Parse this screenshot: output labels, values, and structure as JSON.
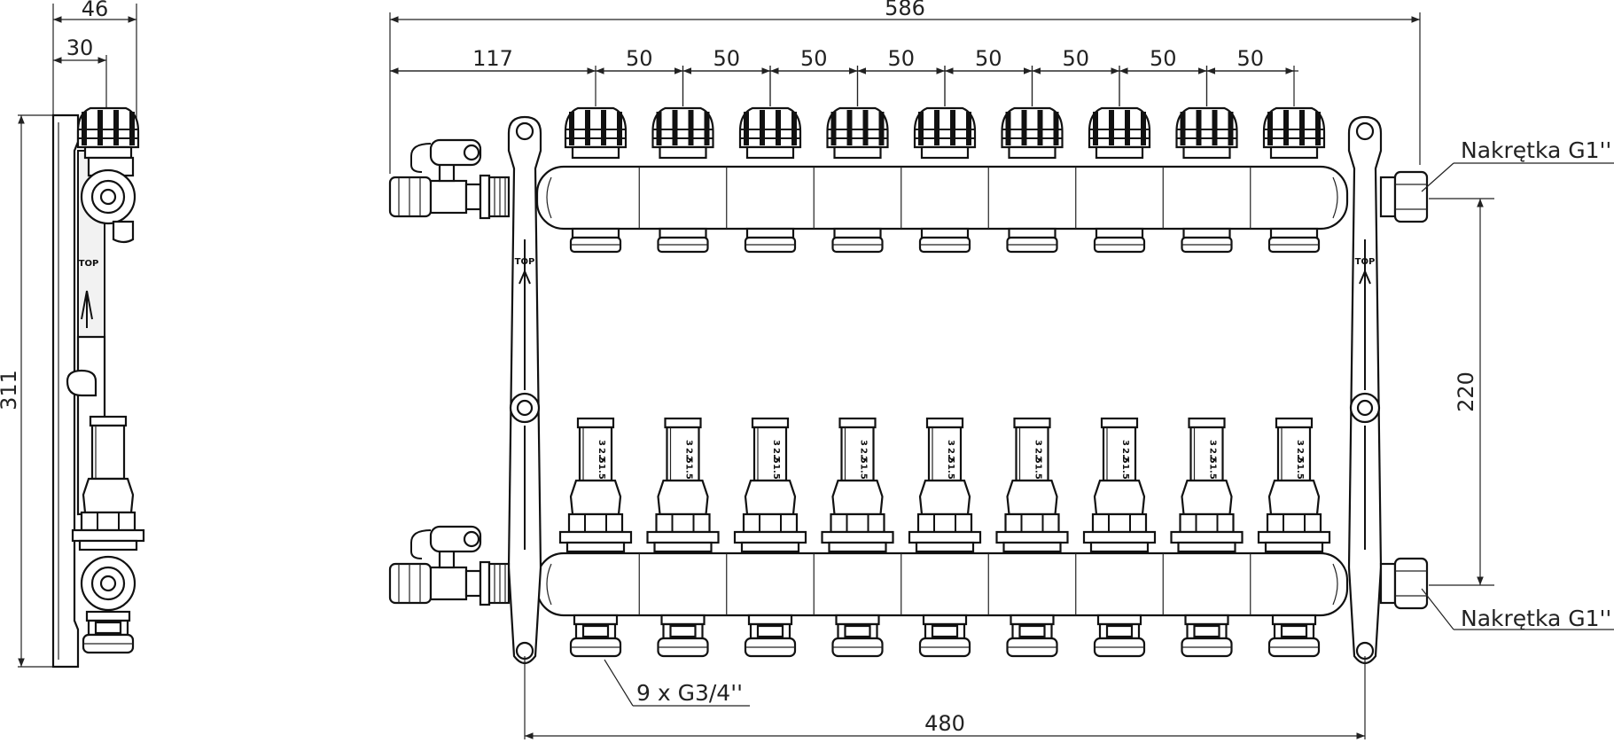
{
  "colors": {
    "line": "#111111",
    "background": "#ffffff"
  },
  "dimensions": {
    "side_width": "46",
    "side_offset": "30",
    "side_height": "311",
    "overall_width": "586",
    "first_offset": "117",
    "spacing": [
      "50",
      "50",
      "50",
      "50",
      "50",
      "50",
      "50",
      "50"
    ],
    "mount_width": "480",
    "pipe_spacing": "220"
  },
  "labels": {
    "top_nut": "Nakrętka G1''",
    "bottom_nut": "Nakrętka G1''",
    "outlets": "9 x G3/4''",
    "top_marker": "TOP"
  },
  "flowmeter": {
    "scale_text": [
      "3",
      "2.5",
      "2",
      "1.5"
    ]
  },
  "outlet_count": 9
}
